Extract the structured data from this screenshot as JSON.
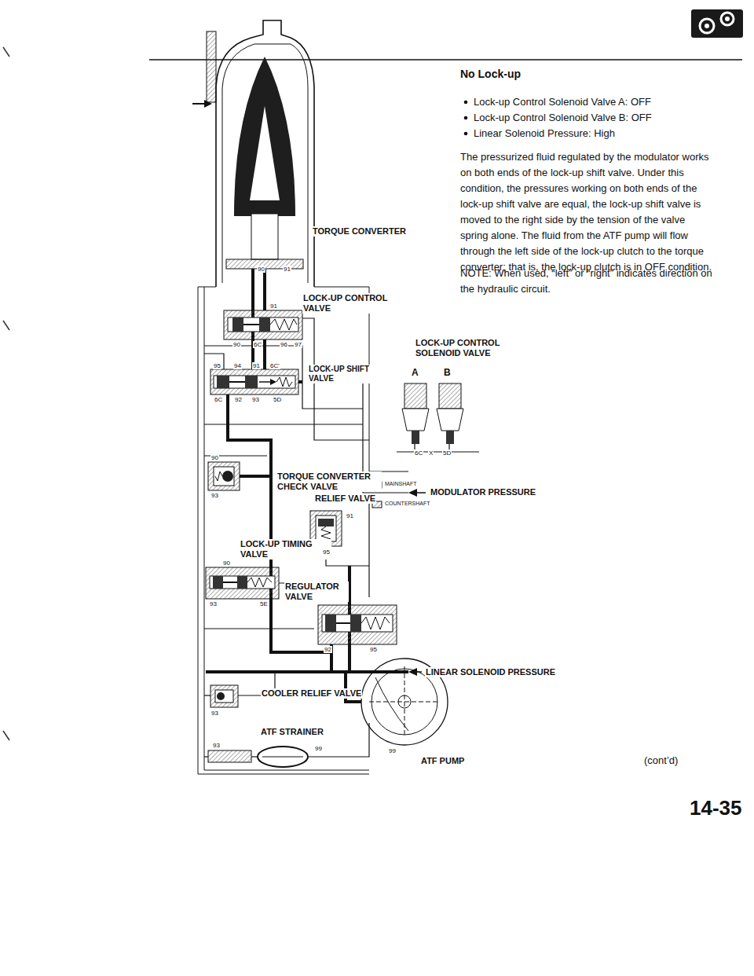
{
  "diagram": {
    "title": "No Lock-up",
    "labels": [
      "Lock-up Control Solenoid Valve A: OFF",
      "Lock-up Control Solenoid Valve B: OFF",
      "Linear Solenoid Pressure: High",
      "The pressurized fluid regulated by the modulator works on both ends of the lock-up shift valve. Under this condition, the pressures working on both ends of the lock-up shift valve are equal, the lock-up shift valve is moved to the right side by the tension of the valve spring alone. The fluid from the ATF pump will flow through the left side of the lock-up clutch to the torque converter; that is, the lock-up clutch is in OFF condition.",
      "NOTE: When used, “left” or “right” indicates direction on the hydraulic circuit.",
      "TORQUE CONVERTER",
      "LOCK-UP CONTROL VALVE",
      "LOCK-UP CONTROL SOLENOID VALVE",
      "LOCK-UP SHIFT VALVE",
      "A",
      "B",
      "TORQUE CONVERTER CHECK VALVE",
      "MAINSHAFT",
      "MODULATOR PRESSURE",
      "RELIEF VALVE",
      "COUNTERSHAFT",
      "LOCK-UP TIMING VALVE",
      "REGULATOR VALVE",
      "LINEAR SOLENOID PRESSURE",
      "COOLER RELIEF VALVE",
      "ATF STRAINER",
      "ATF PUMP",
      "(cont’d)",
      "14-35",
      "90",
      "91",
      "91",
      "90",
      "6C",
      "96",
      "97",
      "95",
      "94",
      "91",
      "6C'",
      "6C",
      "92",
      "93",
      "5D",
      "90",
      "93",
      "6C",
      "X",
      "5D",
      "91",
      "95",
      "90",
      "93",
      "5E",
      "92",
      "95",
      "93",
      "93",
      "99",
      "99"
    ]
  }
}
